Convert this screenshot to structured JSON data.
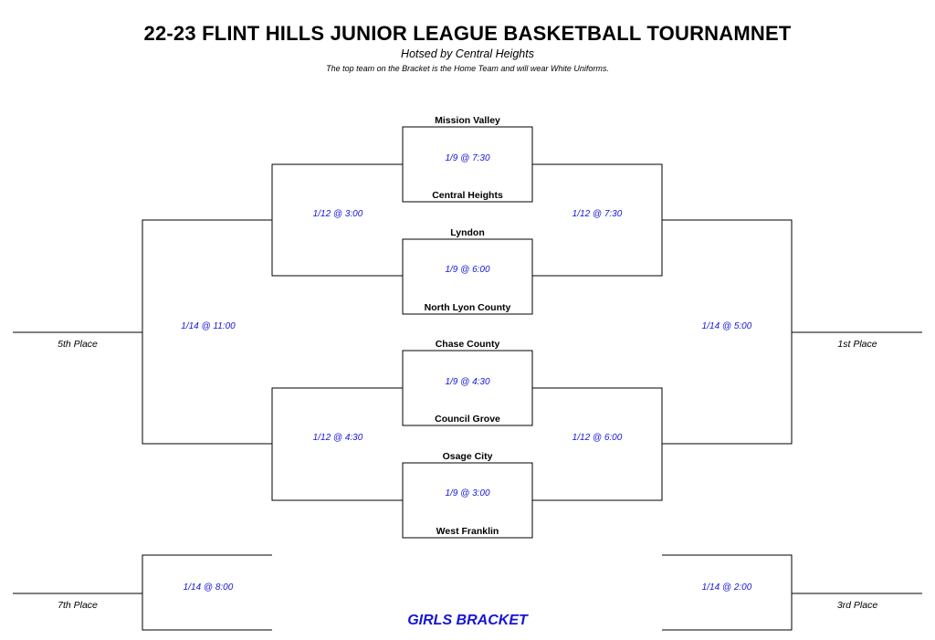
{
  "header": {
    "title": "22-23 FLINT HILLS JUNIOR LEAGUE BASKETBALL TOURNAMNET",
    "subtitle": "Hotsed by Central Heights",
    "note": "The top team on the Bracket is the Home Team and will wear White Uniforms."
  },
  "teams": {
    "mission_valley": "Mission Valley",
    "central_heights": "Central Heights",
    "lyndon": "Lyndon",
    "north_lyon_county": "North Lyon County",
    "chase_county": "Chase County",
    "council_grove": "Council Grove",
    "osage_city": "Osage City",
    "west_franklin": "West Franklin"
  },
  "games": {
    "g1": "1/9 @ 7:30",
    "g2": "1/9 @ 6:00",
    "g3": "1/9 @ 4:30",
    "g4": "1/9 @ 3:00",
    "w1": "1/12 @ 7:30",
    "w2": "1/12 @ 6:00",
    "l1": "1/12 @ 3:00",
    "l2": "1/12 @ 4:30",
    "first": "1/14 @ 5:00",
    "fifth": "1/14 @ 11:00",
    "third": "1/14 @ 2:00",
    "seventh": "1/14 @ 8:00"
  },
  "places": {
    "first": "1st Place",
    "third": "3rd Place",
    "fifth": "5th Place",
    "seventh": "7th Place"
  },
  "bracket_label": "GIRLS BRACKET",
  "colors": {
    "link": "#1515d6",
    "text": "#000000"
  }
}
